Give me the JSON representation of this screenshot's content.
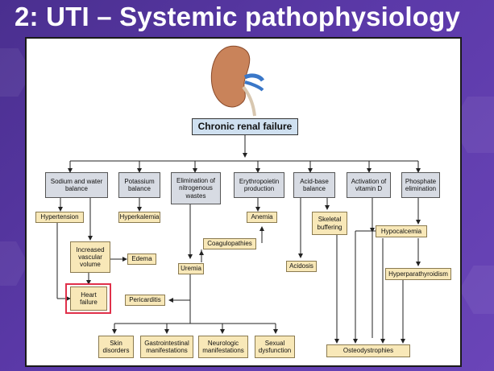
{
  "slide": {
    "title": "2: UTI – Systemic pathophysiology"
  },
  "diagram": {
    "root": "Chronic renal failure",
    "categories": {
      "sodium_water": "Sodium and water balance",
      "potassium": "Potassium balance",
      "nitrogenous": "Elimination of nitrogenous wastes",
      "erythropoietin": "Erythropoietin production",
      "acid_base": "Acid-base balance",
      "vitamin_d": "Activation of vitamin D",
      "phosphate": "Phosphate elimination"
    },
    "effects": {
      "hypertension": "Hypertension",
      "hyperkalemia": "Hyperkalemia",
      "anemia": "Anemia",
      "coagulopathies": "Coagulopathies",
      "skeletal_buffering": "Skeletal buffering",
      "hypocalcemia": "Hypocalcemia",
      "increased_vascular_volume": "Increased vascular volume",
      "edema": "Edema",
      "uremia": "Uremia",
      "acidosis": "Acidosis",
      "hyperparathyroidism": "Hyperparathyroidism",
      "heart_failure": "Heart failure",
      "pericarditis": "Pericarditis",
      "skin_disorders": "Skin disorders",
      "gi_manifestations": "Gastrointestinal manifestations",
      "neurologic_manifestations": "Neurologic manifestations",
      "sexual_dysfunction": "Sexual dysfunction",
      "osteodystrophies": "Osteodystrophies"
    },
    "colors": {
      "highlight": "#e0304a",
      "category_fill": "#d7dbe3",
      "effect_fill": "#f8e8b8"
    }
  }
}
